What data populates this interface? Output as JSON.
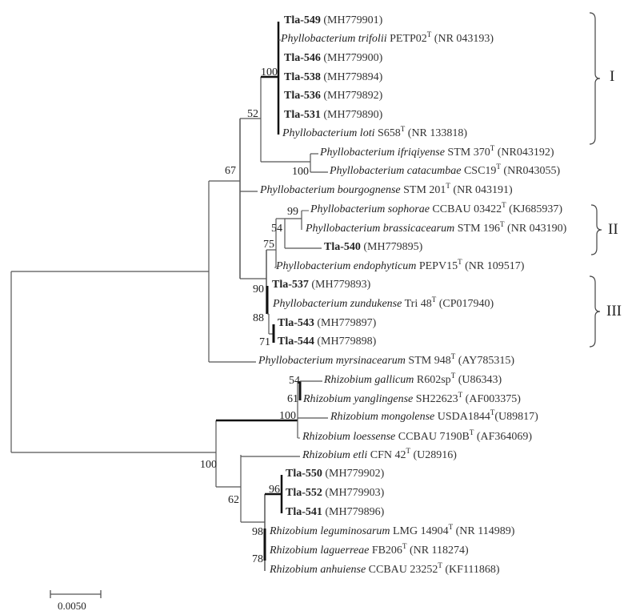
{
  "leaves": [
    [
      {
        "t": "Tla-549",
        "s": "b"
      },
      {
        "t": " (MH779901)"
      }
    ],
    [
      {
        "t": "Phyllobacterium trifolii",
        "s": "i"
      },
      {
        "t": " PETP02"
      },
      {
        "t": "T",
        "s": "sup"
      },
      {
        "t": " (NR 043193)"
      }
    ],
    [
      {
        "t": "Tla-546",
        "s": "b"
      },
      {
        "t": " (MH779900)"
      }
    ],
    [
      {
        "t": "Tla-538",
        "s": "b"
      },
      {
        "t": " (MH779894)"
      }
    ],
    [
      {
        "t": "Tla-536",
        "s": "b"
      },
      {
        "t": " (MH779892)"
      }
    ],
    [
      {
        "t": "Tla-531",
        "s": "b"
      },
      {
        "t": " (MH779890)"
      }
    ],
    [
      {
        "t": "Phyllobacterium loti",
        "s": "i"
      },
      {
        "t": " S658"
      },
      {
        "t": "T",
        "s": "sup"
      },
      {
        "t": " (NR 133818)"
      }
    ],
    [
      {
        "t": "Phyllobacterium ifriqiyense",
        "s": "i"
      },
      {
        "t": " STM 370"
      },
      {
        "t": "T",
        "s": "sup"
      },
      {
        "t": " (NR043192)"
      }
    ],
    [
      {
        "t": "Phyllobacterium catacumbae",
        "s": "i"
      },
      {
        "t": " CSC19"
      },
      {
        "t": "T",
        "s": "sup"
      },
      {
        "t": " (NR043055)"
      }
    ],
    [
      {
        "t": "Phyllobacterium bourgognense",
        "s": "i"
      },
      {
        "t": " STM 201"
      },
      {
        "t": "T",
        "s": "sup"
      },
      {
        "t": " (NR 043191)"
      }
    ],
    [
      {
        "t": "Phyllobacterium sophorae",
        "s": "i"
      },
      {
        "t": " CCBAU 03422"
      },
      {
        "t": "T",
        "s": "sup"
      },
      {
        "t": " (KJ685937)"
      }
    ],
    [
      {
        "t": "Phyllobacterium brassicacearum",
        "s": "i"
      },
      {
        "t": " STM 196"
      },
      {
        "t": "T",
        "s": "sup"
      },
      {
        "t": " (NR 043190)"
      }
    ],
    [
      {
        "t": "Tla-540",
        "s": "b"
      },
      {
        "t": " (MH779895)"
      }
    ],
    [
      {
        "t": "Phyllobacterium endophyticum",
        "s": "i"
      },
      {
        "t": " PEPV15"
      },
      {
        "t": "T",
        "s": "sup"
      },
      {
        "t": " (NR 109517)"
      }
    ],
    [
      {
        "t": "Tla-537",
        "s": "b"
      },
      {
        "t": " (MH779893)"
      }
    ],
    [
      {
        "t": "Phyllobacterium zundukense",
        "s": "i"
      },
      {
        "t": " Tri 48"
      },
      {
        "t": "T",
        "s": "sup"
      },
      {
        "t": " (CP017940)"
      }
    ],
    [
      {
        "t": "Tla-543",
        "s": "b"
      },
      {
        "t": " (MH779897)"
      }
    ],
    [
      {
        "t": "Tla-544",
        "s": "b"
      },
      {
        "t": " (MH779898)"
      }
    ],
    [
      {
        "t": "Phyllobacterium myrsinacearum",
        "s": "i"
      },
      {
        "t": " STM 948"
      },
      {
        "t": "T",
        "s": "sup"
      },
      {
        "t": " (AY785315)"
      }
    ],
    [
      {
        "t": "Rhizobium gallicum",
        "s": "i"
      },
      {
        "t": " R602sp"
      },
      {
        "t": "T",
        "s": "sup"
      },
      {
        "t": " (U86343)"
      }
    ],
    [
      {
        "t": "Rhizobium yanglingense",
        "s": "i"
      },
      {
        "t": " SH22623"
      },
      {
        "t": "T",
        "s": "sup"
      },
      {
        "t": " (AF003375)"
      }
    ],
    [
      {
        "t": "Rhizobium mongolense",
        "s": "i"
      },
      {
        "t": " USDA1844"
      },
      {
        "t": "T",
        "s": "sup"
      },
      {
        "t": "(U89817)"
      }
    ],
    [
      {
        "t": "Rhizobium loessense",
        "s": "i"
      },
      {
        "t": " CCBAU 7190B"
      },
      {
        "t": "T",
        "s": "sup"
      },
      {
        "t": " (AF364069)"
      }
    ],
    [
      {
        "t": "Rhizobium etli",
        "s": "i"
      },
      {
        "t": " CFN 42"
      },
      {
        "t": "T",
        "s": "sup"
      },
      {
        "t": " (U28916)"
      }
    ],
    [
      {
        "t": "Tla-550",
        "s": "b"
      },
      {
        "t": " (MH779902)"
      }
    ],
    [
      {
        "t": "Tla-552",
        "s": "b"
      },
      {
        "t": " (MH779903)"
      }
    ],
    [
      {
        "t": "Tla-541",
        "s": "b"
      },
      {
        "t": " (MH779896)"
      }
    ],
    [
      {
        "t": "Rhizobium leguminosarum",
        "s": "i"
      },
      {
        "t": " LMG 14904"
      },
      {
        "t": "T",
        "s": "sup"
      },
      {
        "t": " (NR 114989)"
      }
    ],
    [
      {
        "t": "Rhizobium laguerreae",
        "s": "i"
      },
      {
        "t": " FB206"
      },
      {
        "t": "T",
        "s": "sup"
      },
      {
        "t": " (NR 118274)"
      }
    ],
    [
      {
        "t": "Rhizobium anhuiense",
        "s": "i"
      },
      {
        "t": " CCBAU 23252"
      },
      {
        "t": "T",
        "s": "sup"
      },
      {
        "t": " (KF111868)"
      }
    ]
  ],
  "bootstrap": [
    "100",
    "52",
    "67",
    "100",
    "99",
    "54",
    "75",
    "90",
    "88",
    "71",
    "54",
    "61",
    "100",
    "100",
    "62",
    "96",
    "98",
    "78"
  ],
  "clades": [
    "I",
    "II",
    "III"
  ],
  "scale_bar": {
    "label": "0.0050"
  }
}
